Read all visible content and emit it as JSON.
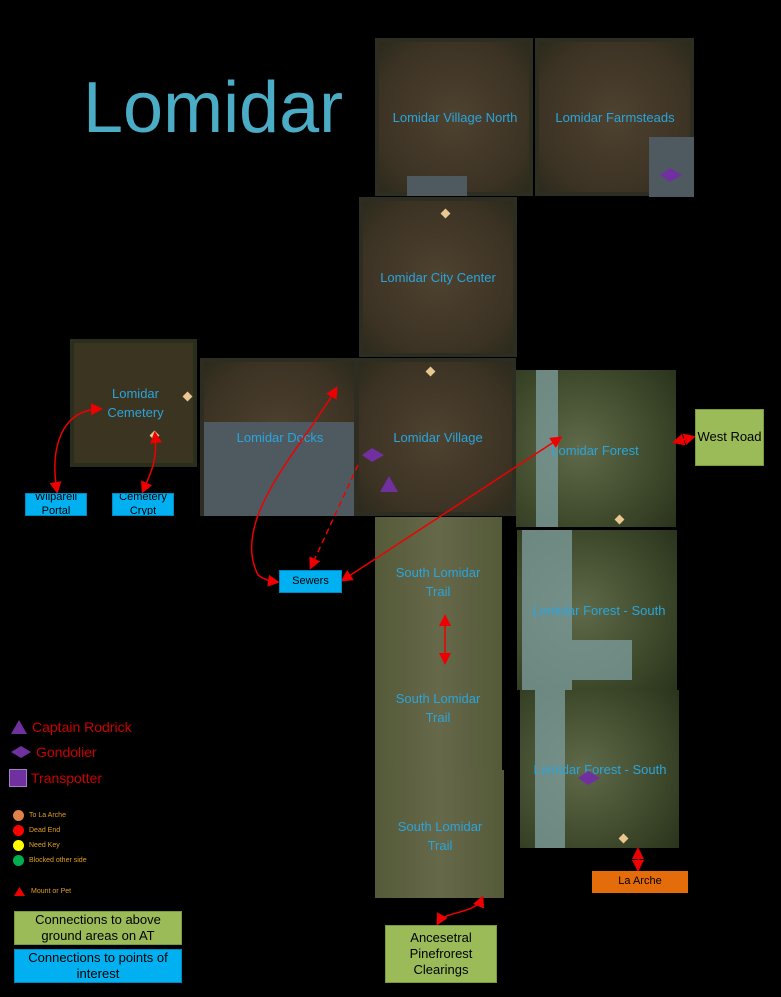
{
  "title": "Lomidar",
  "zones": {
    "village_north": "Lomidar Village North",
    "farmsteads": "Lomidar Farmsteads",
    "city_center": "Lomidar City Center",
    "cemetery": "Lomidar Cemetery",
    "docks": "Lomidar Docks",
    "village": "Lomidar Village",
    "forest": "Lomidar Forest",
    "forest_south_1": "Lomidar Forest - South",
    "forest_south_2": "Lomidar Forest - South",
    "trail_1": "South Lomidar Trail",
    "trail_2": "South Lomidar Trail",
    "trail_3": "South Lomidar Trail"
  },
  "connections": {
    "west_road": "West Road",
    "la_arche": "La Arche",
    "ancestral": "Ancesetral Pinefrorest Clearings",
    "sewers": "Sewers",
    "wilparell": "Wilparell Portal",
    "crypt": "Cemetery Crypt"
  },
  "legend": {
    "captain": "Captain Rodrick",
    "gondolier": "Gondolier",
    "transpotter": "Transpotter",
    "to_la_arche": "To La Arche",
    "dead_end": "Dead End",
    "need_key": "Need Key",
    "blocked": "Blocked other side",
    "mount": "Mount or Pet",
    "above_ground": "Connections to above ground areas on AT",
    "points_of_interest": "Connections to points of interest"
  },
  "colors": {
    "title": "#4bacc6",
    "npc": "#7030a0",
    "green_box": "#9bbb59",
    "blue_box": "#00b0f0",
    "orange_box": "#e46c0a"
  }
}
